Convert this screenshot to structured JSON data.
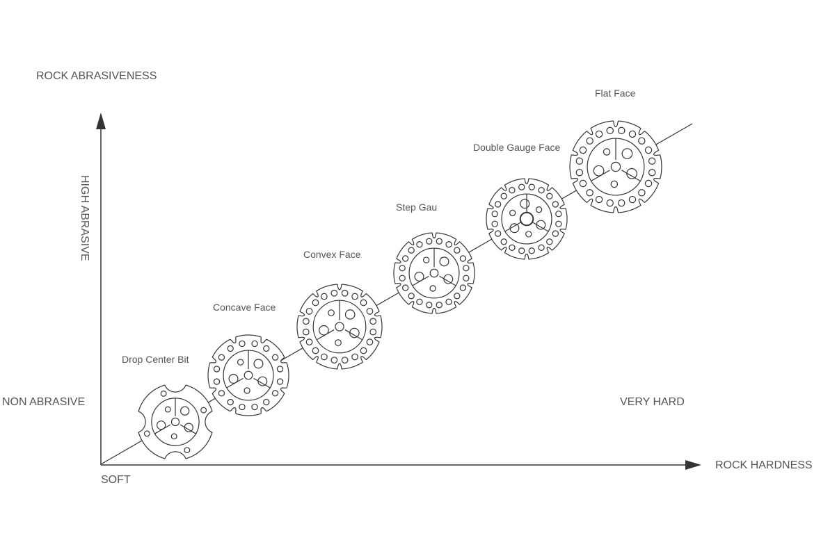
{
  "axes": {
    "y_title": "ROCK ABRASIVENESS",
    "y_high": "HIGH ABRASIVE",
    "y_low": "NON ABRASIVE",
    "x_title": "ROCK HARDNESS",
    "x_low": "SOFT",
    "x_high": "VERY HARD"
  },
  "bits": [
    {
      "label": "Drop Center Bit",
      "notches": 4
    },
    {
      "label": "Concave Face",
      "notches": 8
    },
    {
      "label": "Convex Face",
      "notches": 10
    },
    {
      "label": "Step Gau",
      "notches": 10
    },
    {
      "label": "Double Gauge Face",
      "notches": 10
    },
    {
      "label": "Flat Face",
      "notches": 10
    }
  ],
  "colors": {
    "line": "#333333",
    "text": "#555555"
  }
}
